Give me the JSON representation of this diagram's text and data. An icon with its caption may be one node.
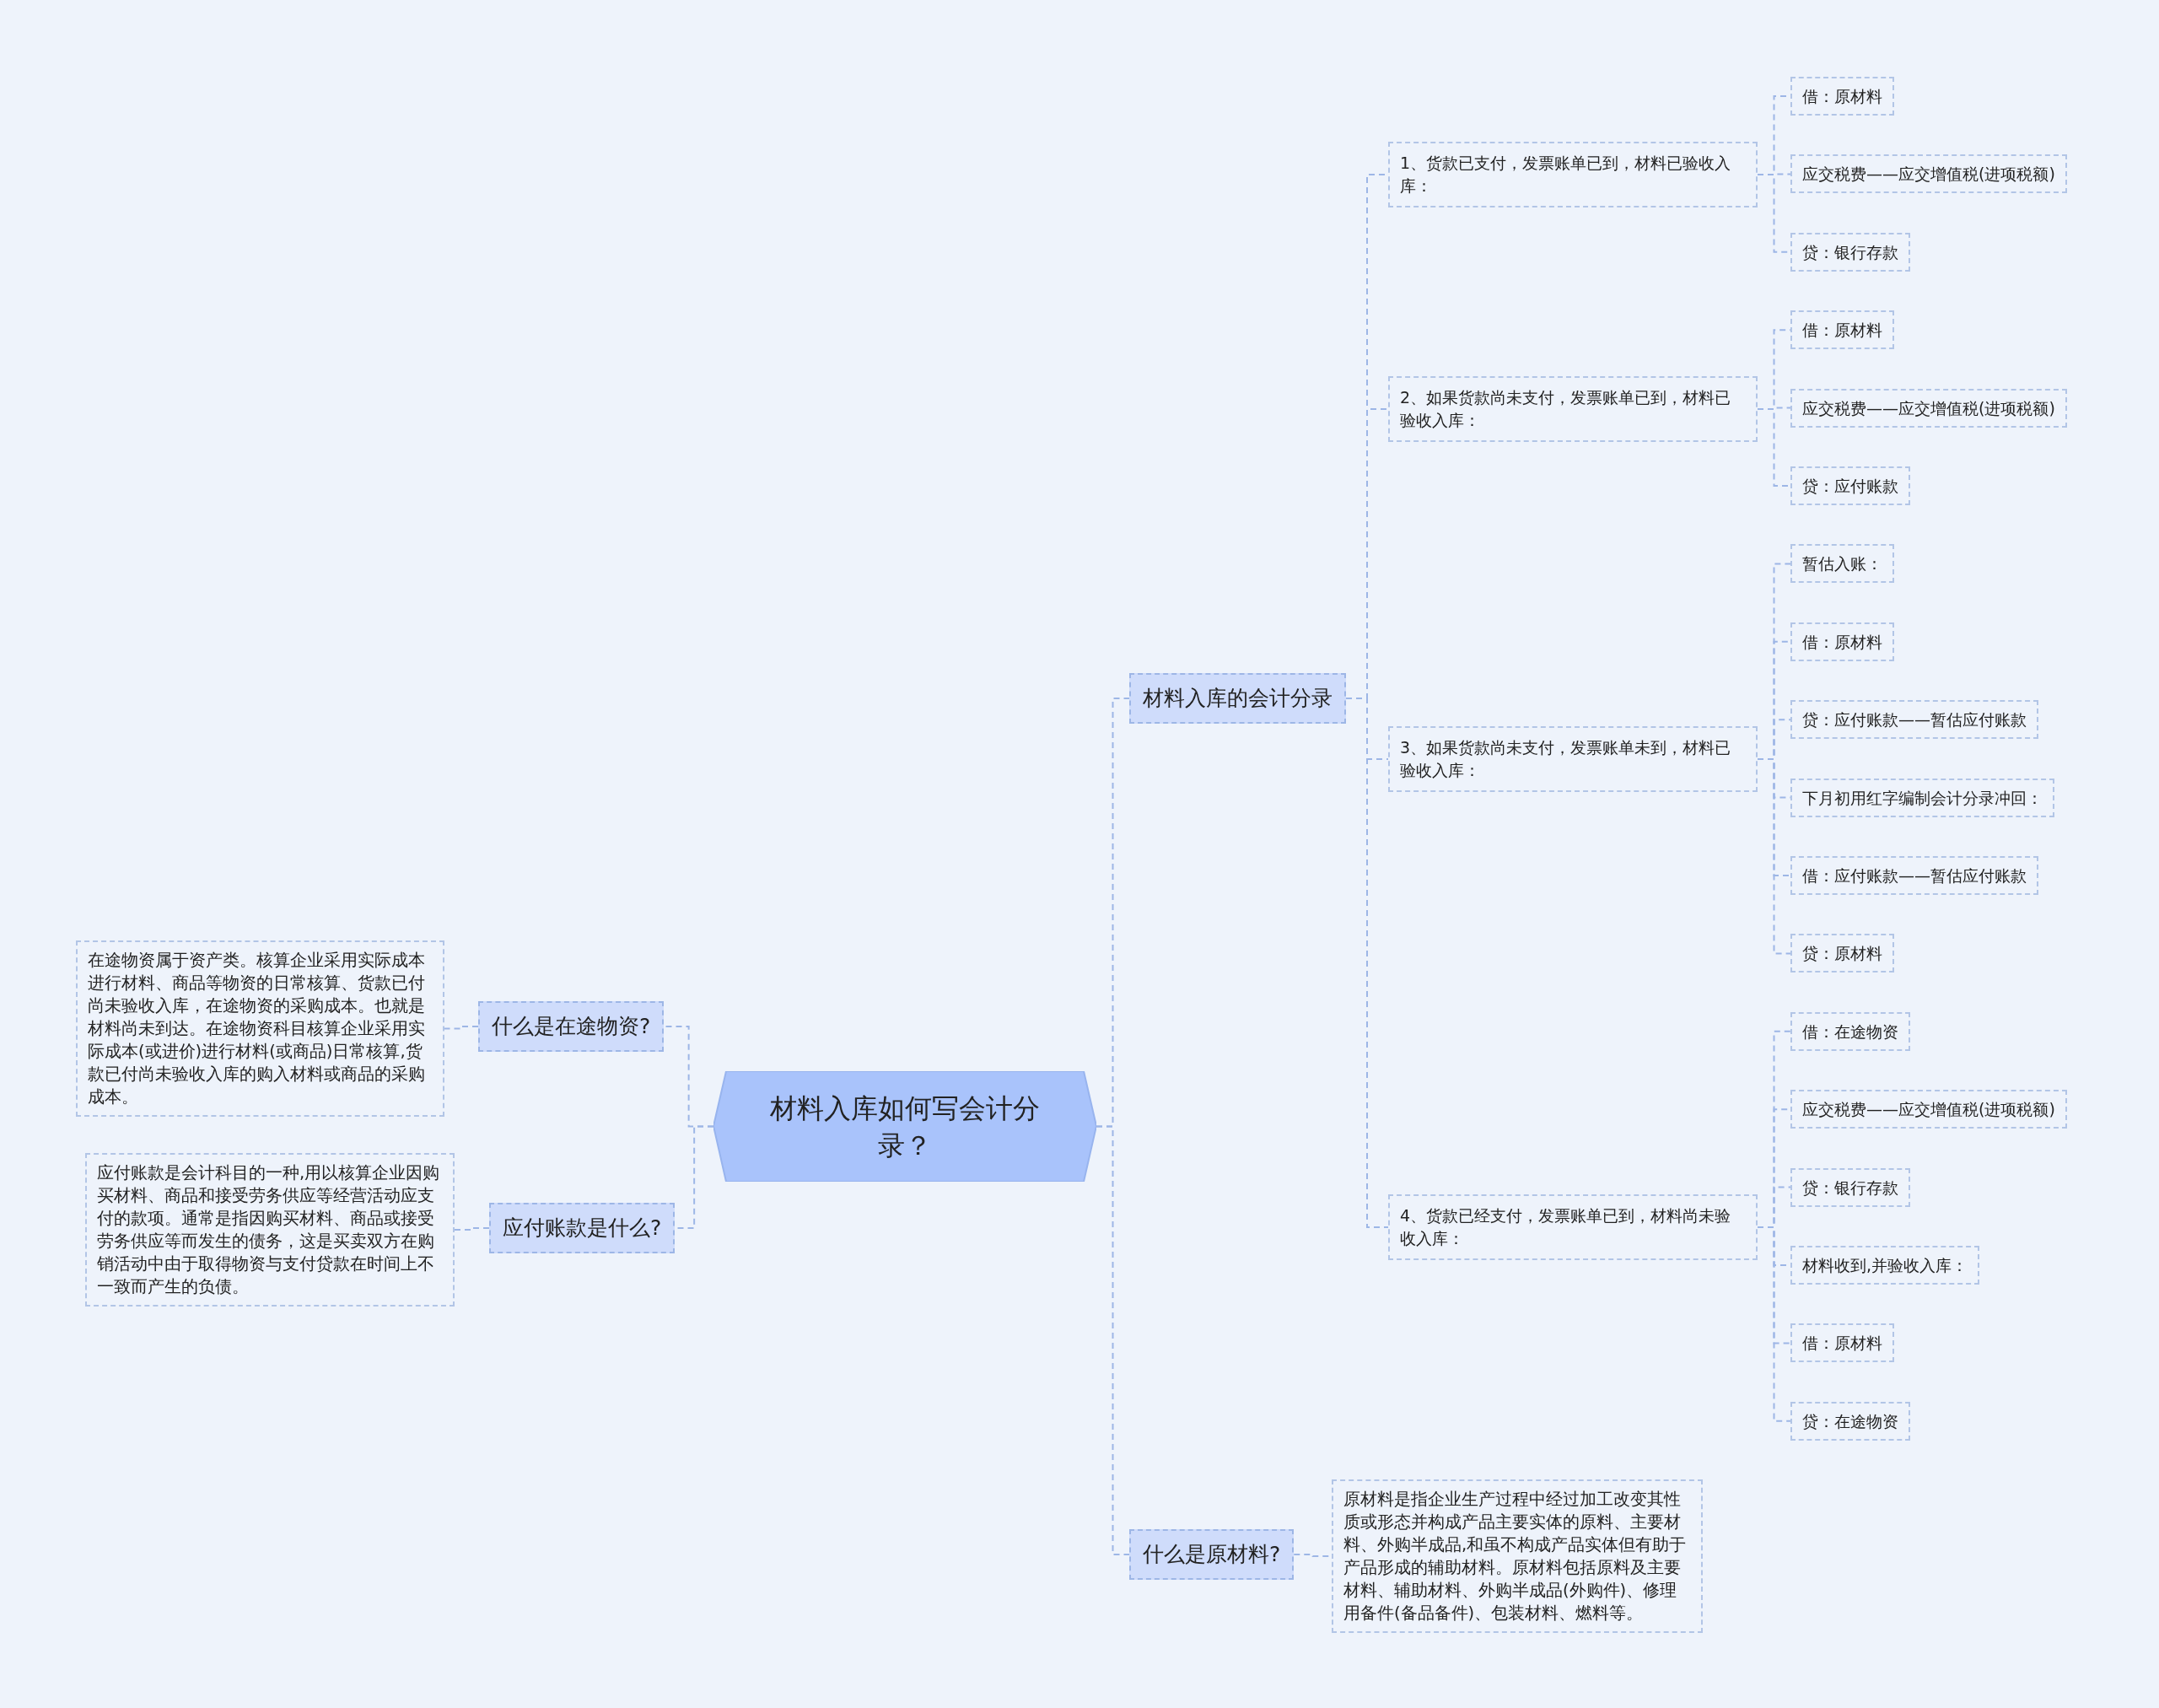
{
  "diagram": {
    "nodes": [
      {
        "text": [
          "材料入库如何写会计分录？"
        ]
      },
      {
        "text": [
          "什么是在途物资?"
        ]
      },
      {
        "text": [
          "在途物资属于资产类。核算企业采用实际成本进行材料、商品等物资的日常核算、货款已付尚未验收入库，在途物资的采购成本。也就是材料尚未到达。在途物资科目核算企业采用实际成本(或进价)进行材料(或商品)日常核算,货款已付尚未验收入库的购入材料或商品的采购成本。"
        ]
      },
      {
        "text": [
          "应付账款是什么?"
        ]
      },
      {
        "text": [
          "应付账款是会计科目的一种,用以核算企业因购买材料、商品和接受劳务供应等经营活动应支付的款项。通常是指因购买材料、商品或接受劳务供应等而发生的债务，这是买卖双方在购销活动中由于取得物资与支付贷款在时间上不一致而产生的负债。"
        ]
      },
      {
        "text": [
          "材料入库的会计分录"
        ]
      },
      {
        "text": [
          "1、货款已支付，发票账单已到，材料已验收入库："
        ]
      },
      {
        "text": [
          "借：原材料"
        ]
      },
      {
        "text": [
          "应交税费——应交增值税(进项税额)"
        ]
      },
      {
        "text": [
          "贷：银行存款"
        ]
      },
      {
        "text": [
          "2、如果货款尚未支付，发票账单已到，材料已验收入库："
        ]
      },
      {
        "text": [
          "借：原材料"
        ]
      },
      {
        "text": [
          "应交税费——应交增值税(进项税额)"
        ]
      },
      {
        "text": [
          "贷：应付账款"
        ]
      },
      {
        "text": [
          "3、如果货款尚未支付，发票账单未到，材料已验收入库："
        ]
      },
      {
        "text": [
          "暂估入账："
        ]
      },
      {
        "text": [
          "借：原材料"
        ]
      },
      {
        "text": [
          "贷：应付账款——暂估应付账款"
        ]
      },
      {
        "text": [
          "下月初用红字编制会计分录冲回："
        ]
      },
      {
        "text": [
          "借：应付账款——暂估应付账款"
        ]
      },
      {
        "text": [
          "贷：原材料"
        ]
      },
      {
        "text": [
          "4、货款已经支付，发票账单已到，材料尚未验收入库："
        ]
      },
      {
        "text": [
          "借：在途物资"
        ]
      },
      {
        "text": [
          "应交税费——应交增值税(进项税额)"
        ]
      },
      {
        "text": [
          "贷：银行存款"
        ]
      },
      {
        "text": [
          "材料收到,并验收入库："
        ]
      },
      {
        "text": [
          "借：原材料"
        ]
      },
      {
        "text": [
          "贷：在途物资"
        ]
      },
      {
        "text": [
          "什么是原材料?"
        ]
      },
      {
        "text": [
          "原材料是指企业生产过程中经过加工改变其性质或形态并构成产品主要实体的原料、主要材料、外购半成品,和虽不构成产品实体但有助于产品形成的辅助材料。原材料包括原料及主要材料、辅助材料、外购半成品(外购件)、修理用备件(备品备件)、包装材料、燃料等。"
        ]
      }
    ],
    "edges": [
      {
        "from": 0,
        "to": 1,
        "arrow": "none"
      },
      {
        "from": 1,
        "to": 2,
        "arrow": "none"
      },
      {
        "from": 0,
        "to": 3,
        "arrow": "none"
      },
      {
        "from": 3,
        "to": 4,
        "arrow": "none"
      },
      {
        "from": 0,
        "to": 5,
        "arrow": "none"
      },
      {
        "from": 5,
        "to": 6,
        "arrow": "none"
      },
      {
        "from": 6,
        "to": 7,
        "arrow": "none"
      },
      {
        "from": 6,
        "to": 8,
        "arrow": "none"
      },
      {
        "from": 6,
        "to": 9,
        "arrow": "none"
      },
      {
        "from": 5,
        "to": 10,
        "arrow": "none"
      },
      {
        "from": 10,
        "to": 11,
        "arrow": "none"
      },
      {
        "from": 10,
        "to": 12,
        "arrow": "none"
      },
      {
        "from": 10,
        "to": 13,
        "arrow": "none"
      },
      {
        "from": 5,
        "to": 14,
        "arrow": "none"
      },
      {
        "from": 14,
        "to": 15,
        "arrow": "none"
      },
      {
        "from": 14,
        "to": 16,
        "arrow": "none"
      },
      {
        "from": 14,
        "to": 17,
        "arrow": "none"
      },
      {
        "from": 14,
        "to": 18,
        "arrow": "none"
      },
      {
        "from": 14,
        "to": 19,
        "arrow": "none"
      },
      {
        "from": 14,
        "to": 20,
        "arrow": "none"
      },
      {
        "from": 5,
        "to": 21,
        "arrow": "none"
      },
      {
        "from": 21,
        "to": 22,
        "arrow": "none"
      },
      {
        "from": 21,
        "to": 23,
        "arrow": "none"
      },
      {
        "from": 21,
        "to": 24,
        "arrow": "none"
      },
      {
        "from": 21,
        "to": 25,
        "arrow": "none"
      },
      {
        "from": 21,
        "to": 26,
        "arrow": "none"
      },
      {
        "from": 21,
        "to": 27,
        "arrow": "none"
      },
      {
        "from": 0,
        "to": 28,
        "arrow": "none"
      },
      {
        "from": 28,
        "to": 29,
        "arrow": "none"
      }
    ]
  }
}
